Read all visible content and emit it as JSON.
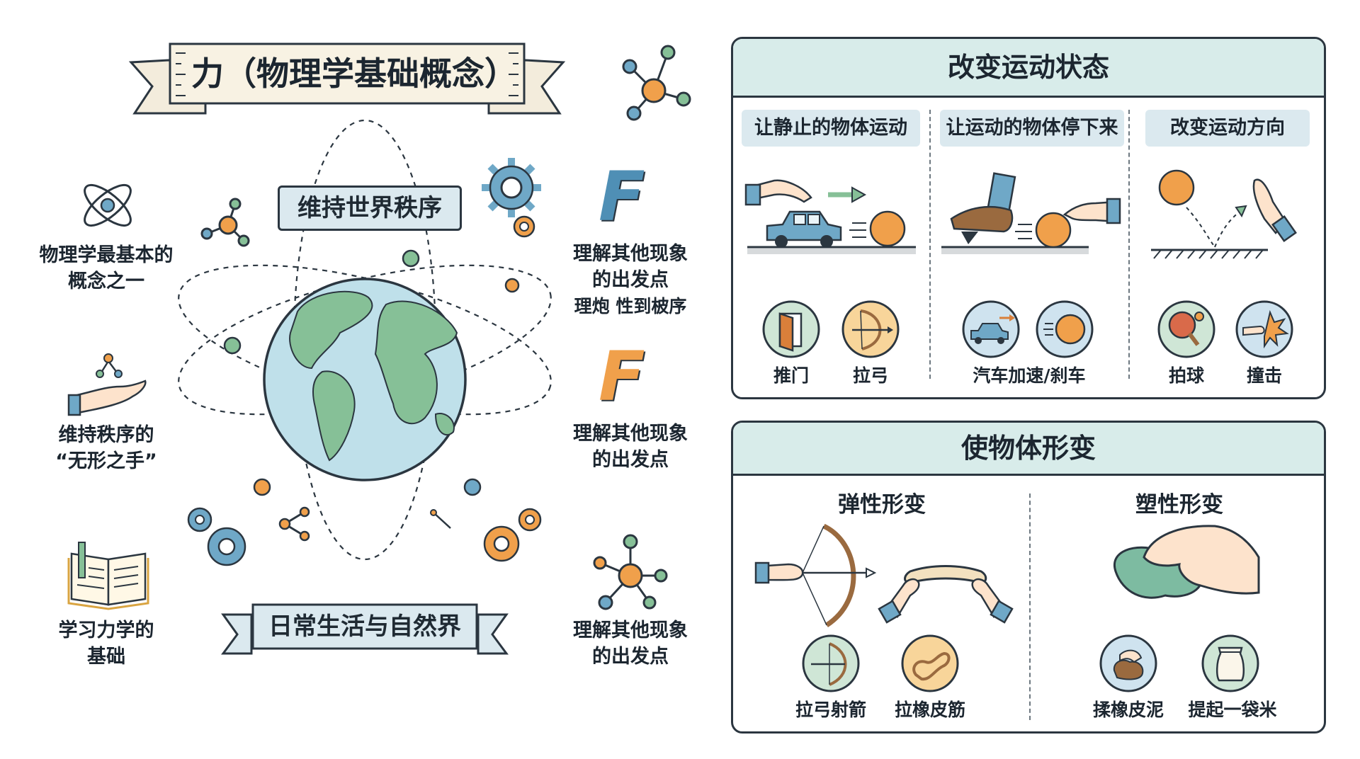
{
  "title": "力（物理学基础概念）",
  "center": {
    "top_label": "维持世界秩序",
    "bottom_label": "日常生活与自然界"
  },
  "left_items": [
    {
      "icon": "atom-icon",
      "lines": [
        "物理学最基本的",
        "概念之一"
      ]
    },
    {
      "icon": "hand-molecule-icon",
      "lines": [
        "维持秩序的",
        "“无形之手”"
      ]
    },
    {
      "icon": "open-book-icon",
      "lines": [
        "学习力学的",
        "基础"
      ]
    }
  ],
  "right_items": [
    {
      "icon": "letter-f-icon",
      "lines": [
        "理解其他现象",
        "的出发点",
        "理炮 性到柀序"
      ]
    },
    {
      "icon": "letter-f-icon",
      "lines": [
        "理解其他现象",
        "的出发点"
      ]
    },
    {
      "icon": "molecule-icon",
      "lines": [
        "理解其他现象",
        "的出发点"
      ]
    }
  ],
  "motion_panel": {
    "title": "改变运动状态",
    "sections": [
      {
        "tag": "让静止的物体运动",
        "examples": [
          "推门",
          "拉弓"
        ]
      },
      {
        "tag": "让运动的物体停下来",
        "examples": [
          "汽车加速/刹车"
        ]
      },
      {
        "tag": "改变运动方向",
        "examples": [
          "拍球",
          "撞击"
        ]
      }
    ]
  },
  "deform_panel": {
    "title": "使物体形变",
    "sections": [
      {
        "heading": "弹性形变",
        "examples": [
          "拉弓射箭",
          "拉橡皮筋"
        ]
      },
      {
        "heading": "塑性形变",
        "examples": [
          "揉橡皮泥",
          "提起一袋米"
        ]
      }
    ]
  },
  "colors": {
    "teal_header": "#d8ecea",
    "blue_tag": "#dbe9ef",
    "orange": "#f0a04b",
    "green": "#86c097",
    "blue": "#6fa8c7",
    "outline": "#2b3640"
  }
}
